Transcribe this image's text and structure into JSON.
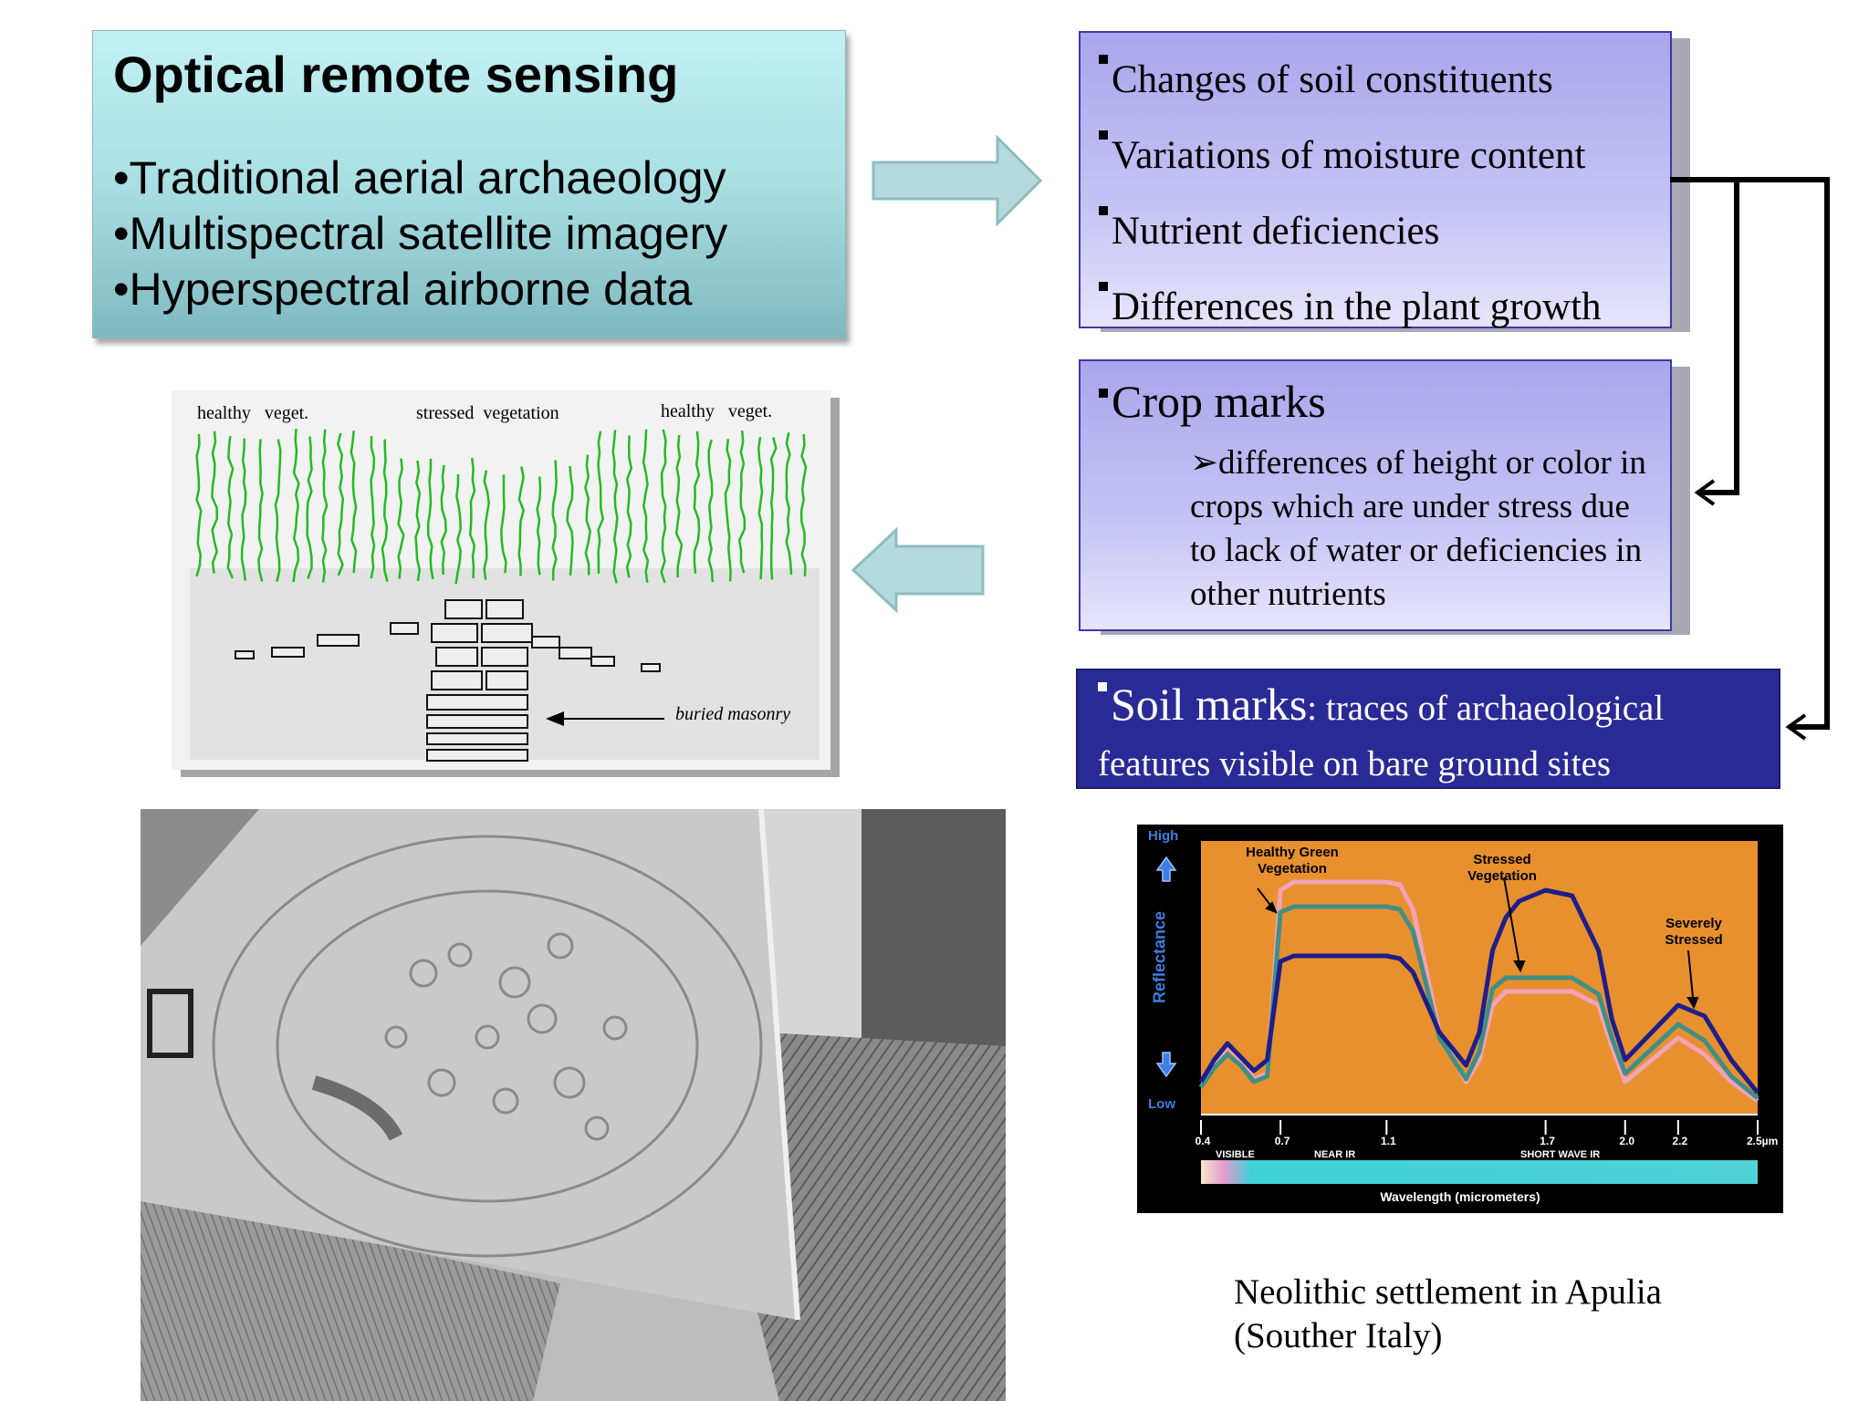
{
  "title_box": {
    "title": "Optical remote sensing",
    "items": [
      "•Traditional aerial archaeology",
      "•Multispectral satellite imagery",
      "•Hyperspectral airborne data"
    ]
  },
  "factors_box": {
    "items": [
      "Changes of soil constituents",
      "Variations of moisture content",
      "Nutrient deficiencies",
      "Differences in the plant growth"
    ]
  },
  "crop_box": {
    "title": "Crop marks",
    "description": "differences of height or color in crops which are under stress due to lack of water or deficiencies in other nutrients"
  },
  "soil_box": {
    "title": "Soil marks",
    "rest_line1": ": traces of archaeological",
    "rest_line2": "features visible on bare ground sites"
  },
  "crop_diagram": {
    "label_left": "healthy   veget.",
    "label_middle": "stressed  vegetation",
    "label_right": "healthy   veget.",
    "label_masonry": "buried masonry"
  },
  "caption": {
    "line1": "Neolithic settlement in Apulia",
    "line2": "(Souther Italy)"
  },
  "colors": {
    "title_box": "#a9dfe3",
    "lilac_box": "#c6c4f4",
    "soil_box": "#2a2a96",
    "arrow": "#b4dadd",
    "chart_bg": "#e8902e",
    "healthy_line": "#f3a3b8",
    "stressed_line": "#3f8f86",
    "severe_line": "#1e1e8a"
  },
  "chart_data": {
    "type": "line",
    "x": [
      0.4,
      0.45,
      0.5,
      0.55,
      0.6,
      0.65,
      0.7,
      0.75,
      0.8,
      0.9,
      1.0,
      1.1,
      1.15,
      1.2,
      1.3,
      1.4,
      1.45,
      1.5,
      1.55,
      1.6,
      1.7,
      1.8,
      1.9,
      1.95,
      2.0,
      2.1,
      2.2,
      2.3,
      2.4,
      2.5
    ],
    "series": [
      {
        "values": [
          10,
          18,
          25,
          20,
          13,
          15,
          82,
          85,
          85,
          85,
          85,
          85,
          84,
          75,
          30,
          12,
          20,
          40,
          45,
          45,
          45,
          45,
          40,
          25,
          12,
          20,
          28,
          22,
          12,
          5
        ]
      },
      {
        "values": [
          10,
          17,
          22,
          18,
          12,
          14,
          74,
          76,
          76,
          76,
          76,
          76,
          75,
          67,
          28,
          13,
          23,
          46,
          50,
          50,
          50,
          50,
          44,
          28,
          15,
          24,
          33,
          27,
          14,
          6
        ]
      },
      {
        "values": [
          12,
          20,
          26,
          21,
          16,
          20,
          56,
          58,
          58,
          58,
          58,
          58,
          57,
          52,
          30,
          18,
          30,
          60,
          72,
          78,
          82,
          80,
          60,
          35,
          20,
          30,
          40,
          36,
          20,
          8
        ]
      }
    ],
    "ylabel": "Reflectance",
    "ytop": "High",
    "ybottom": "Low",
    "xlabel": "Wavelength (micrometers)",
    "ticks": [
      "0.4",
      "0.7",
      "1.1",
      "1.7",
      "2.0",
      "2.2",
      "2.5µm"
    ],
    "regions": [
      "VISIBLE",
      "NEAR IR",
      "SHORT WAVE IR"
    ],
    "annotations": [
      "Healthy Green Vegetation",
      "Stressed Vegetation",
      "Severely Stressed"
    ],
    "xlim": [
      0.4,
      2.5
    ],
    "ylim": [
      0,
      100
    ]
  }
}
